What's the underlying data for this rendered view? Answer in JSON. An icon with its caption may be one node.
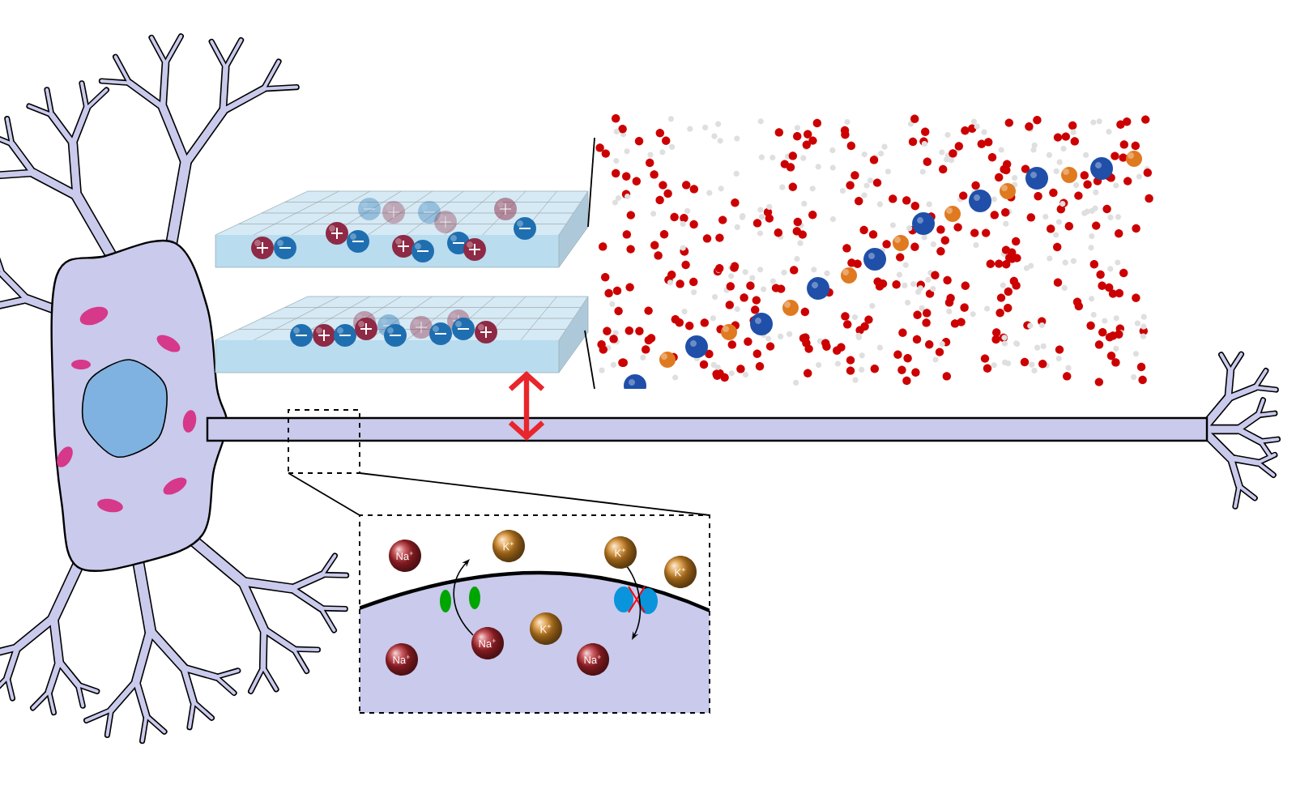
{
  "diagram": {
    "nodes": [
      {
        "text": [],
        "shape": "bar"
      },
      {
        "text": [],
        "shape": "picture"
      },
      {
        "text": [],
        "shape": "picture"
      },
      {
        "text": [],
        "shape": "box"
      },
      {
        "text": [],
        "shape": "box"
      }
    ],
    "edges": [
      {
        "from": 1,
        "to": 0,
        "arrow": "both",
        "style": "thick",
        "color": "#e8262b"
      },
      {
        "from": 1,
        "to": 2,
        "arrow": "none"
      },
      {
        "from": 1,
        "to": 2,
        "arrow": "none"
      },
      {
        "from": 3,
        "to": 4,
        "arrow": "none"
      },
      {
        "from": 3,
        "to": 4,
        "arrow": "none"
      }
    ],
    "labels": [
      "Na$^{+}$",
      "K$^{+}$",
      "K$^{+}$",
      "K$^{+}$",
      "Na$^{+}$",
      "Na$^{+}$",
      "K$^{+}$",
      "Na$^{+}$"
    ]
  }
}
